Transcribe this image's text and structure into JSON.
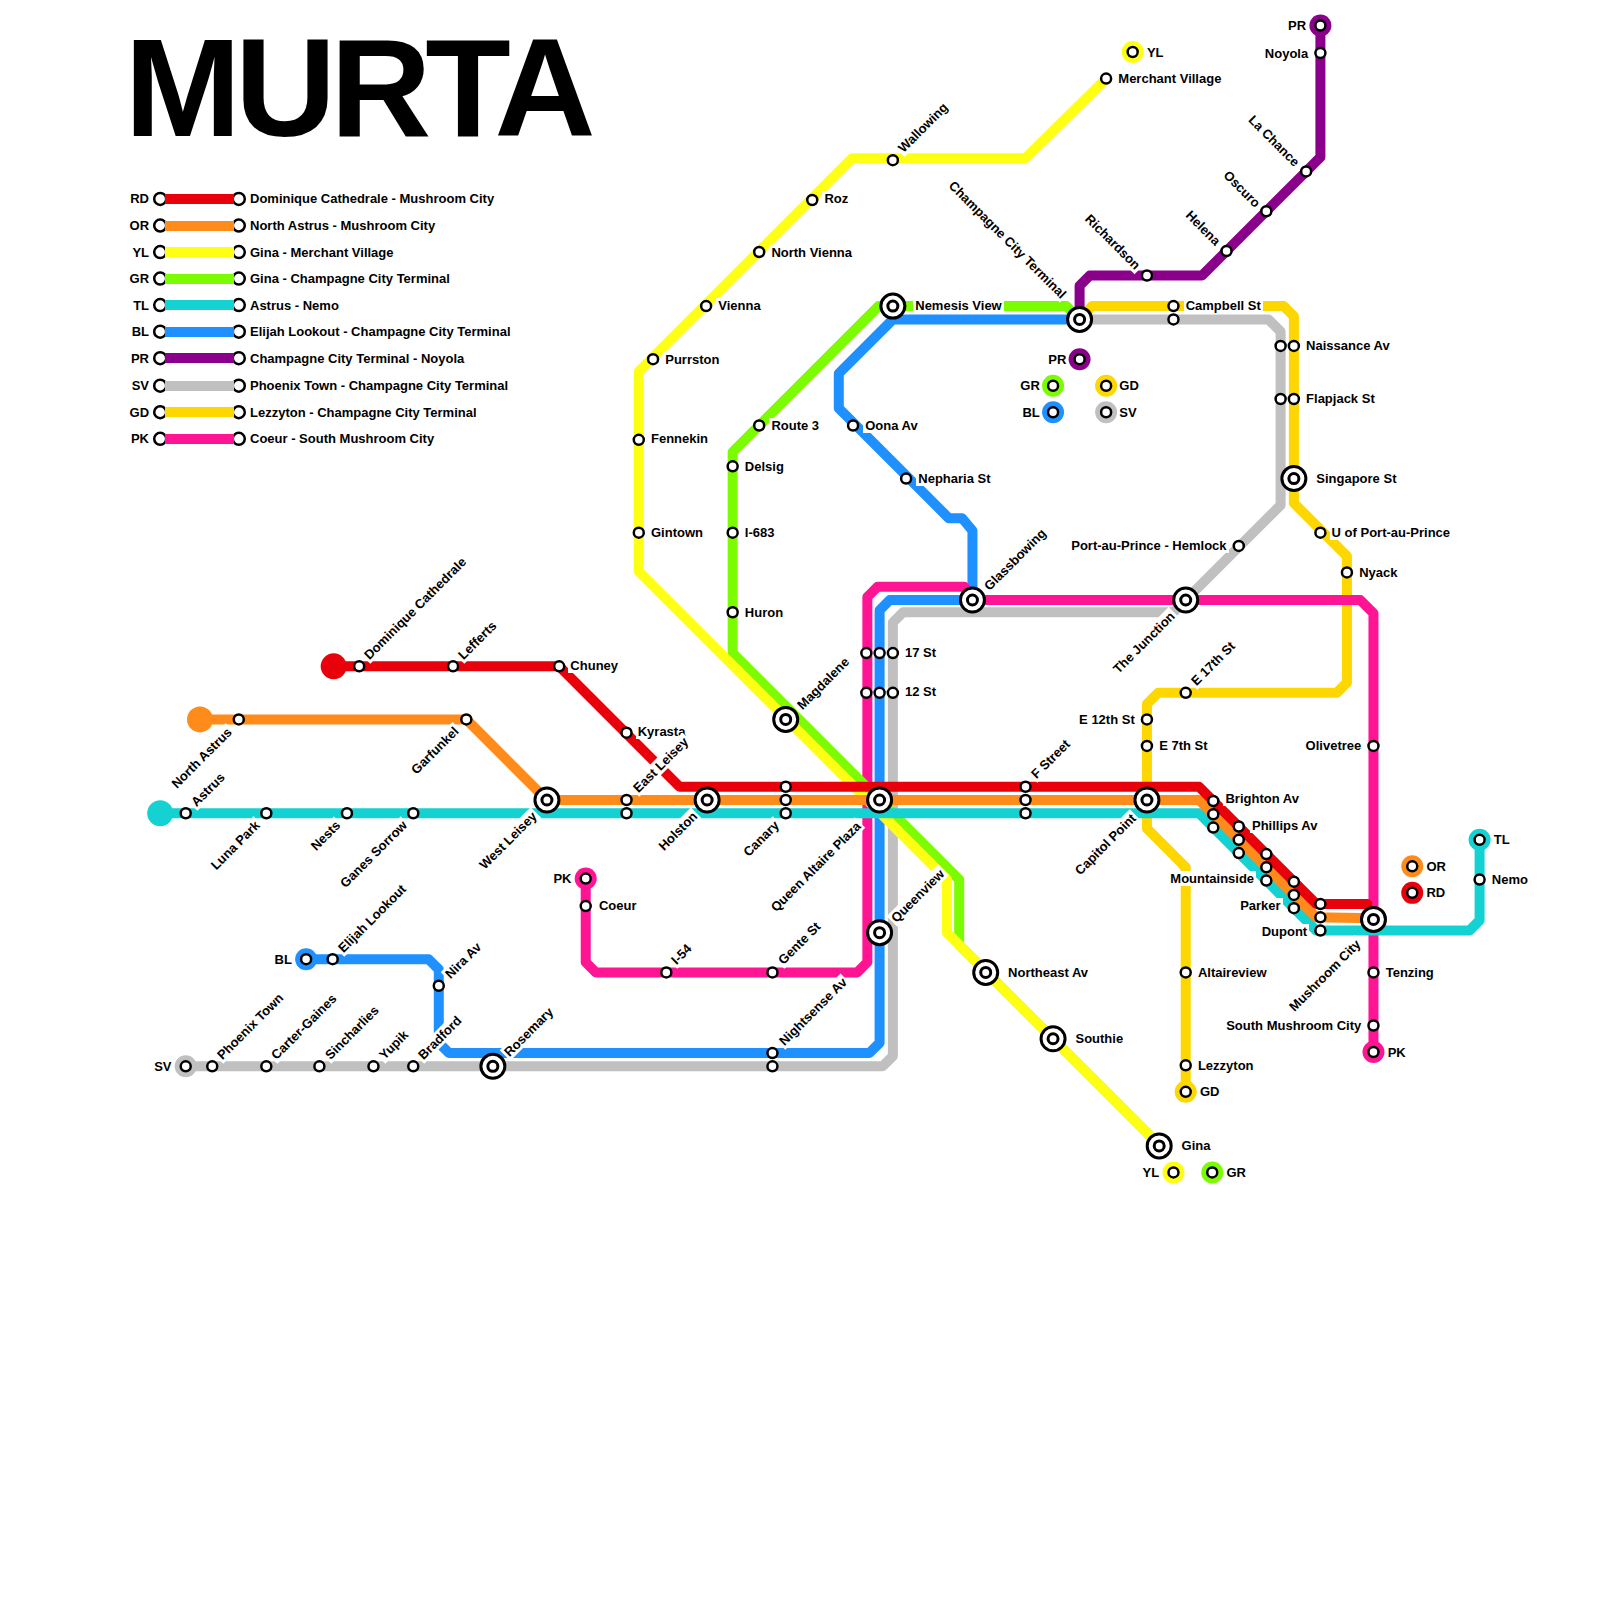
{
  "diagram": {
    "title": "MURTA",
    "labels": [
      "RD",
      "OR",
      "YL",
      "GR",
      "TL",
      "BL",
      "PR",
      "SV",
      "GD",
      "PK",
      "Dominique Cathedrale",
      "Lefferts",
      "Chuney",
      "Kyrasta",
      "North Astrus",
      "Garfunkel",
      "Astrus",
      "Luna Park",
      "Nests",
      "Ganes Sorrow",
      "West Leisey",
      "East Leisey",
      "Holston",
      "Canary",
      "Queen Altaire Plaza",
      "F Street",
      "Capitol Point",
      "Brighton Av",
      "Phillips Av",
      "Mountainside",
      "Parker",
      "Dupont",
      "Mushroom City",
      "Tenzing",
      "South Mushroom City",
      "Olivetree",
      "Nemo",
      "Gina",
      "Southie",
      "Northeast Av",
      "Queenview",
      "Magdalene",
      "Huron",
      "I-683",
      "Delsig",
      "Route 3",
      "Nemesis View",
      "Gintown",
      "Fennekin",
      "Purrston",
      "Vienna",
      "North Vienna",
      "Roz",
      "Wallowing",
      "Merchant Village",
      "Oona Av",
      "Nepharia St",
      "Glassbowing",
      "17 St",
      "12 St",
      "The Junction",
      "Port-au-Prince - Hemlock",
      "E 17th St",
      "E 12th St",
      "E 7th St",
      "Altaireview",
      "Lezzyton",
      "Champagne City Terminal",
      "Richardson",
      "Helena",
      "Oscuro",
      "La Chance",
      "Noyola",
      "Campbell St",
      "Naissance Av",
      "Flapjack St",
      "Singapore St",
      "U of Port-au-Prince",
      "Nyack",
      "Coeur",
      "I-54",
      "Gente St",
      "Nightsense Av",
      "Elijah Lookout",
      "Nira Av",
      "Rosemary",
      "Phoenix Town",
      "Carter-Gaines",
      "Sincharlies",
      "Yupik",
      "Bradford",
      "PR",
      "GR",
      "GD",
      "BL",
      "SV",
      "YL",
      "PR",
      "PK",
      "BL",
      "SV",
      "GD",
      "YL",
      "GR",
      "OR",
      "RD",
      "TL",
      "PK"
    ],
    "legend": [
      {
        "text": "Dominique Cathedrale - Mushroom City",
        "color": "#e8000b"
      },
      {
        "text": "North Astrus - Mushroom City",
        "color": "#ff8c1a"
      },
      {
        "text": "Gina - Merchant Village",
        "color": "#ffff14"
      },
      {
        "text": "Gina - Champagne City Terminal",
        "color": "#7cfc00"
      },
      {
        "text": "Astrus - Nemo",
        "color": "#14d2d2"
      },
      {
        "text": "Elijah Lookout - Champagne City Terminal",
        "color": "#1e90ff"
      },
      {
        "text": "Champagne City Terminal - Noyola",
        "color": "#8b008b"
      },
      {
        "text": "Phoenix Town - Champagne City Terminal",
        "color": "#c0c0c0"
      },
      {
        "text": "Lezzyton - Champagne City Terminal",
        "color": "#ffd700"
      },
      {
        "text": "Coeur - South Mushroom City",
        "color": "#ff1493"
      }
    ]
  }
}
